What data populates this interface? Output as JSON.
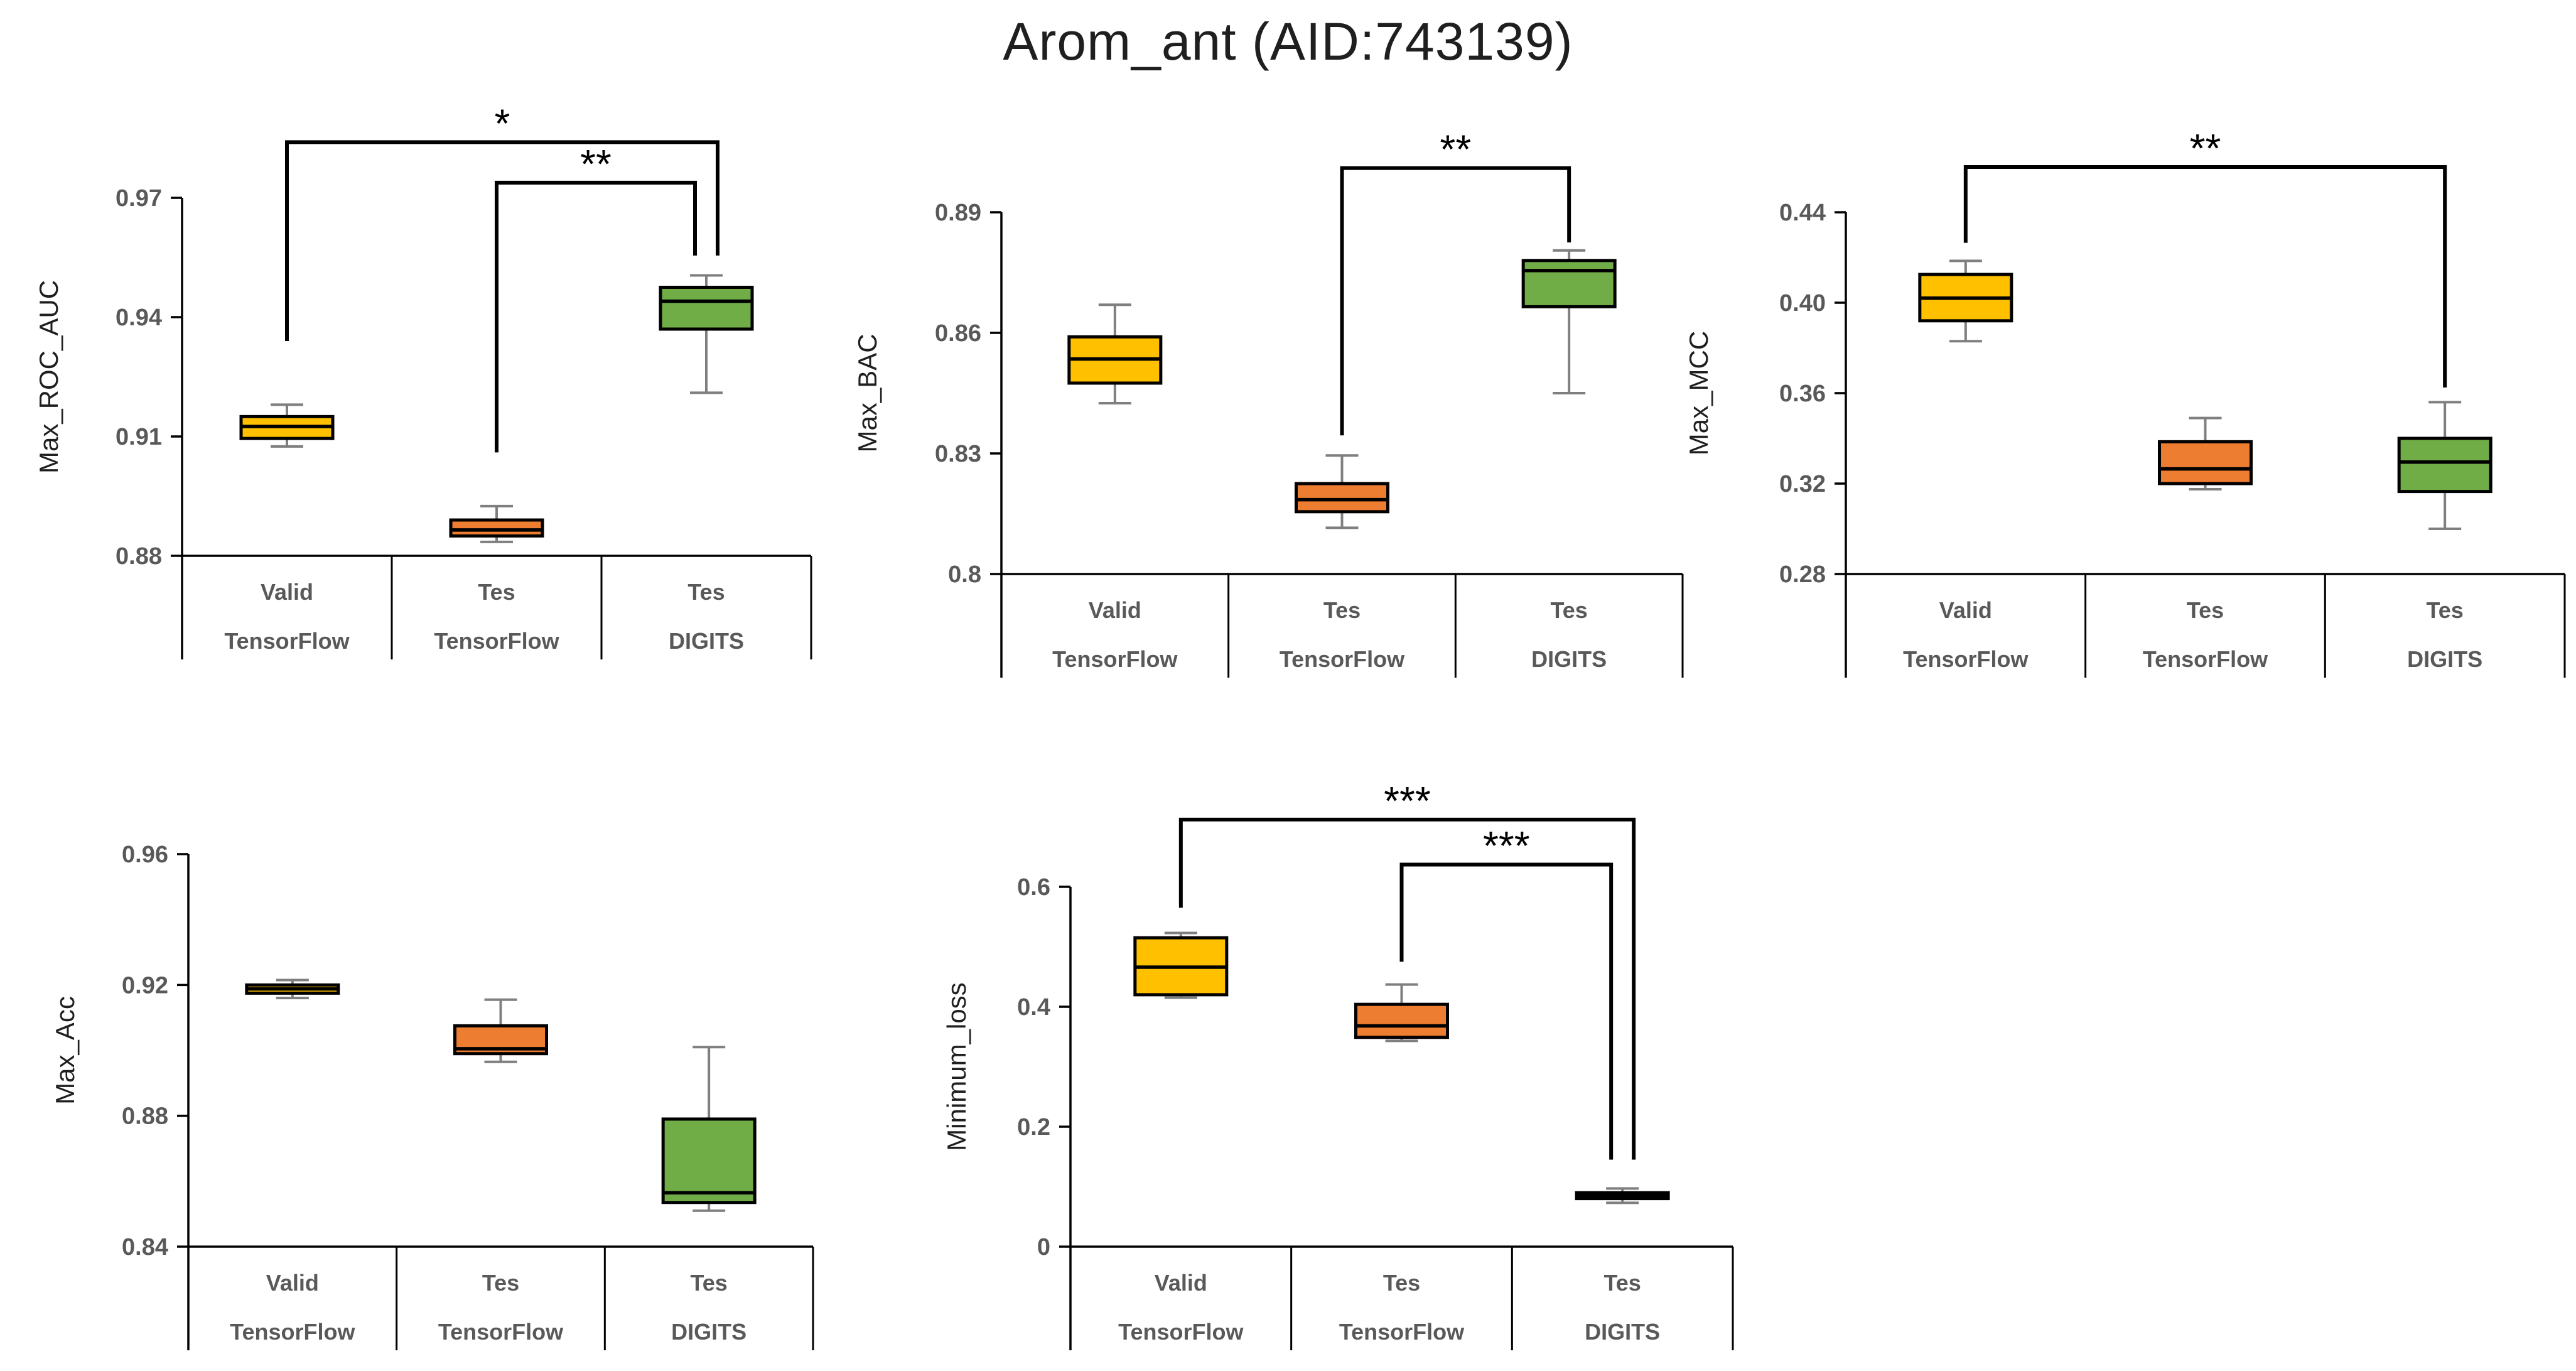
{
  "title": "Arom_ant (AID:743139)",
  "figure": {
    "categories": [
      {
        "line1": "Valid",
        "line2": "TensorFlow"
      },
      {
        "line1": "Tes",
        "line2": "TensorFlow"
      },
      {
        "line1": "Tes",
        "line2": "DIGITS"
      }
    ],
    "colors": {
      "series": [
        "#FFC000",
        "#ED7D31",
        "#70AD47"
      ],
      "box_border": "#000000",
      "median": "#000000",
      "whisker": "#7F7F7F",
      "axis": "#000000",
      "bracket": "#000000",
      "tick_label": "#595959",
      "category_label": "#595959",
      "axis_title": "#1f1f1f",
      "title": "#1f1f1f",
      "background": "#FFFFFF"
    }
  },
  "chart_data": [
    {
      "id": "max_roc_auc",
      "type": "box",
      "ylabel": "Max_ROC_AUC",
      "ylim": [
        0.88,
        0.97
      ],
      "yticks": [
        {
          "value": 0.97,
          "label": "0.97"
        },
        {
          "value": 0.94,
          "label": "0.94"
        },
        {
          "value": 0.91,
          "label": "0.91"
        },
        {
          "value": 0.88,
          "label": "0.88"
        }
      ],
      "series": [
        {
          "name": "Valid TensorFlow",
          "whisker_low": 0.9075,
          "q1": 0.9095,
          "median": 0.9125,
          "q3": 0.915,
          "whisker_high": 0.918
        },
        {
          "name": "Tes TensorFlow",
          "whisker_low": 0.8835,
          "q1": 0.885,
          "median": 0.8865,
          "q3": 0.889,
          "whisker_high": 0.8925
        },
        {
          "name": "Tes DIGITS",
          "whisker_low": 0.921,
          "q1": 0.937,
          "median": 0.944,
          "q3": 0.9475,
          "whisker_high": 0.9505
        }
      ],
      "significance": [
        {
          "from": 0,
          "to": 2,
          "label": "*",
          "bar_y": 0.984,
          "from_end_y": 0.934,
          "to_end_y": 0.9555
        },
        {
          "from": 1,
          "to": 2,
          "label": "**",
          "bar_y": 0.9738,
          "from_end_y": 0.906,
          "to_end_y": 0.9555
        }
      ]
    },
    {
      "id": "max_bac",
      "type": "box",
      "ylabel": "Max_BAC",
      "ylim": [
        0.8,
        0.89
      ],
      "yticks": [
        {
          "value": 0.89,
          "label": "0.89"
        },
        {
          "value": 0.86,
          "label": "0.86"
        },
        {
          "value": 0.83,
          "label": "0.83"
        },
        {
          "value": 0.8,
          "label": "0.8"
        }
      ],
      "series": [
        {
          "name": "Valid TensorFlow",
          "whisker_low": 0.8425,
          "q1": 0.8475,
          "median": 0.8535,
          "q3": 0.859,
          "whisker_high": 0.867
        },
        {
          "name": "Tes TensorFlow",
          "whisker_low": 0.8115,
          "q1": 0.8155,
          "median": 0.8185,
          "q3": 0.8225,
          "whisker_high": 0.8295
        },
        {
          "name": "Tes DIGITS",
          "whisker_low": 0.845,
          "q1": 0.8665,
          "median": 0.8755,
          "q3": 0.878,
          "whisker_high": 0.8805
        }
      ],
      "significance": [
        {
          "from": 1,
          "to": 2,
          "label": "**",
          "bar_y": 0.901,
          "from_end_y": 0.8345,
          "to_end_y": 0.8825
        }
      ]
    },
    {
      "id": "max_mcc",
      "type": "box",
      "ylabel": "Max_MCC",
      "ylim": [
        0.28,
        0.44
      ],
      "yticks": [
        {
          "value": 0.44,
          "label": "0.44"
        },
        {
          "value": 0.4,
          "label": "0.40"
        },
        {
          "value": 0.36,
          "label": "0.36"
        },
        {
          "value": 0.32,
          "label": "0.32"
        },
        {
          "value": 0.28,
          "label": "0.28"
        }
      ],
      "series": [
        {
          "name": "Valid TensorFlow",
          "whisker_low": 0.383,
          "q1": 0.392,
          "median": 0.402,
          "q3": 0.4125,
          "whisker_high": 0.4185
        },
        {
          "name": "Tes TensorFlow",
          "whisker_low": 0.3175,
          "q1": 0.32,
          "median": 0.3265,
          "q3": 0.3385,
          "whisker_high": 0.349
        },
        {
          "name": "Tes DIGITS",
          "whisker_low": 0.3,
          "q1": 0.3165,
          "median": 0.3295,
          "q3": 0.34,
          "whisker_high": 0.356
        }
      ],
      "significance": [
        {
          "from": 0,
          "to": 2,
          "label": "**",
          "bar_y": 0.46,
          "from_end_y": 0.4265,
          "to_end_y": 0.3625
        }
      ]
    },
    {
      "id": "max_acc",
      "type": "box",
      "ylabel": "Max_Acc",
      "ylim": [
        0.84,
        0.96
      ],
      "yticks": [
        {
          "value": 0.96,
          "label": "0.96"
        },
        {
          "value": 0.92,
          "label": "0.92"
        },
        {
          "value": 0.88,
          "label": "0.88"
        },
        {
          "value": 0.84,
          "label": "0.84"
        }
      ],
      "series": [
        {
          "name": "Valid TensorFlow",
          "whisker_low": 0.916,
          "q1": 0.9175,
          "median": 0.9188,
          "q3": 0.92,
          "whisker_high": 0.9215
        },
        {
          "name": "Tes TensorFlow",
          "whisker_low": 0.8965,
          "q1": 0.899,
          "median": 0.9005,
          "q3": 0.9075,
          "whisker_high": 0.9155
        },
        {
          "name": "Tes DIGITS",
          "whisker_low": 0.851,
          "q1": 0.8535,
          "median": 0.8565,
          "q3": 0.879,
          "whisker_high": 0.901
        }
      ],
      "significance": []
    },
    {
      "id": "minimum_loss",
      "type": "box",
      "ylabel": "Minimum_loss",
      "ylim": [
        0,
        0.6
      ],
      "yticks": [
        {
          "value": 0.6,
          "label": "0.6"
        },
        {
          "value": 0.4,
          "label": "0.4"
        },
        {
          "value": 0.2,
          "label": "0.2"
        },
        {
          "value": 0.0,
          "label": "0"
        }
      ],
      "series": [
        {
          "name": "Valid TensorFlow",
          "whisker_low": 0.415,
          "q1": 0.42,
          "median": 0.466,
          "q3": 0.515,
          "whisker_high": 0.523
        },
        {
          "name": "Tes TensorFlow",
          "whisker_low": 0.343,
          "q1": 0.349,
          "median": 0.368,
          "q3": 0.404,
          "whisker_high": 0.437
        },
        {
          "name": "Tes DIGITS",
          "whisker_low": 0.073,
          "q1": 0.08,
          "median": 0.085,
          "q3": 0.09,
          "whisker_high": 0.097
        }
      ],
      "significance": [
        {
          "from": 0,
          "to": 2,
          "label": "***",
          "bar_y": 0.712,
          "from_end_y": 0.565,
          "to_end_y": 0.145
        },
        {
          "from": 1,
          "to": 2,
          "label": "***",
          "bar_y": 0.637,
          "from_end_y": 0.475,
          "to_end_y": 0.145
        }
      ]
    }
  ]
}
